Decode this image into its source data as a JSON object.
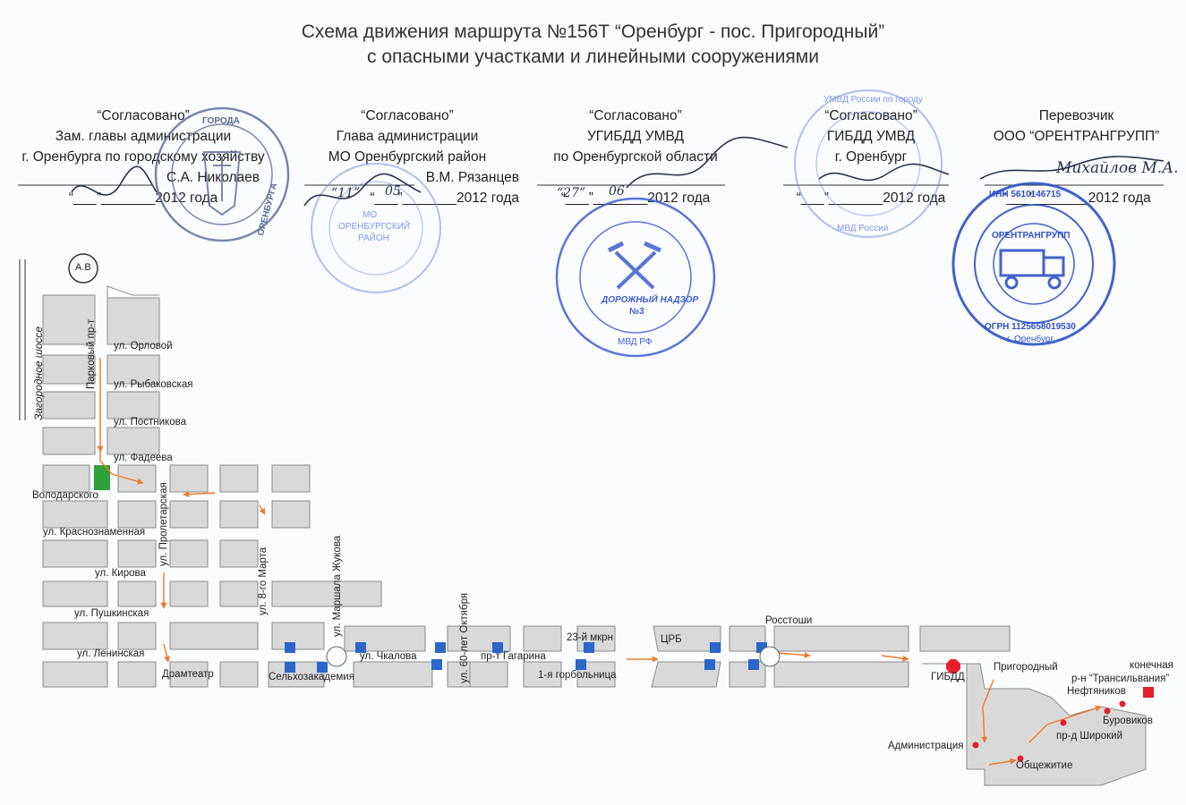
{
  "title": {
    "line1": "Схема движения маршрута №156Т “Оренбург - пос. Пригородный”",
    "line2": "с опасными участками и линейными сооружениями"
  },
  "approvals": [
    {
      "heading": "“Согласовано”",
      "role": "Зам. главы администрации",
      "org": "г. Оренбурга по городскому хозяйству",
      "name": "С.А. Николаев",
      "date": "“___”_______2012 года"
    },
    {
      "heading": "“Согласовано”",
      "role": "Глава администрации",
      "org": "МО Оренбургский район",
      "name": "В.М. Рязанцев",
      "date": "“___”_______2012 года"
    },
    {
      "heading": "“Согласовано”",
      "role": "УГИБДД УМВД",
      "org": "по Оренбургской области",
      "name": "",
      "date": "“___”_______2012 года"
    },
    {
      "heading": "“Согласовано”",
      "role": "ГИБДД УМВД",
      "org": "г. Оренбург",
      "name": "",
      "date": "“___”_______2012 года"
    },
    {
      "heading": "Перевозчик",
      "role": "ООО “ОРЕНТРАНГРУПП”",
      "org": "",
      "name": "",
      "date": "“___”_______2012 года"
    }
  ],
  "handwriting": {
    "date1": "“11”",
    "date2": "05",
    "date3": "“27”",
    "date4": "06",
    "signature5": "Михайлов М.А."
  },
  "stamps": {
    "s1": {
      "top": "ГОРОДА",
      "side": "ОРЕНБУРГА"
    },
    "s2": {
      "line1": "МО",
      "line2": "ОРЕНБУРГСКИЙ",
      "line3": "РАЙОН"
    },
    "s3": {
      "center": "ДОРОЖНЫЙ НАДЗОР",
      "num": "№3",
      "bottom": "МВД РФ"
    },
    "s4": {
      "top": "УМВД России по городу",
      "bottom": "МВД России"
    },
    "s5": {
      "center": "ОРЕНТРАНГРУПП",
      "inn": "ИНН 5610146715",
      "ogrn": "ОГРН 1125658019530",
      "city": "г. Оренбург"
    }
  },
  "map": {
    "ab_marker": "А.В",
    "side_text": "Загородное шоссе",
    "streets_h": [
      "ул. Орловой",
      "ул. Рыбаковская",
      "ул. Постникова",
      "ул. Фадеева",
      "Володарского",
      "ул. Краснознаменная",
      "ул. Кирова",
      "ул. Пушкинская",
      "ул. Ленинская",
      "ул. Чкалова",
      "пр-т Гагарина"
    ],
    "streets_v": [
      "Парковый пр-т",
      "ул. Пролетарская",
      "ул. 8-го Марта",
      "ул. Маршала Жукова",
      "ул. 60-лет Октября"
    ],
    "places": {
      "dramteatr": "Драмтеатр",
      "selhoz": "Сельхозакадемия",
      "gorbolnica": "1-я горбольница",
      "mkr23": "23-й мкрн",
      "crb": "ЦРБ",
      "rosstoshi": "Росстоши",
      "gibdd": "ГИБДД",
      "prigorodny": "Пригородный",
      "transsilvania": "р-н “Трансильвания”",
      "konechnaya": "конечная",
      "neftyanikov": "Нефтяников",
      "burovikov": "Буровиков",
      "shirokiy": "пр-д Широкий",
      "administracia": "Администрация",
      "obshezhitie": "Общежитие"
    }
  },
  "colors": {
    "stamp_blue": "#3d5fd0",
    "route": "#f07a2a",
    "block": "#d9d9d9",
    "block_border": "#8a8a8a",
    "green_block": "#2fa13a",
    "gibdd_red": "#e5202a",
    "sign_blue": "#2b66c9"
  }
}
